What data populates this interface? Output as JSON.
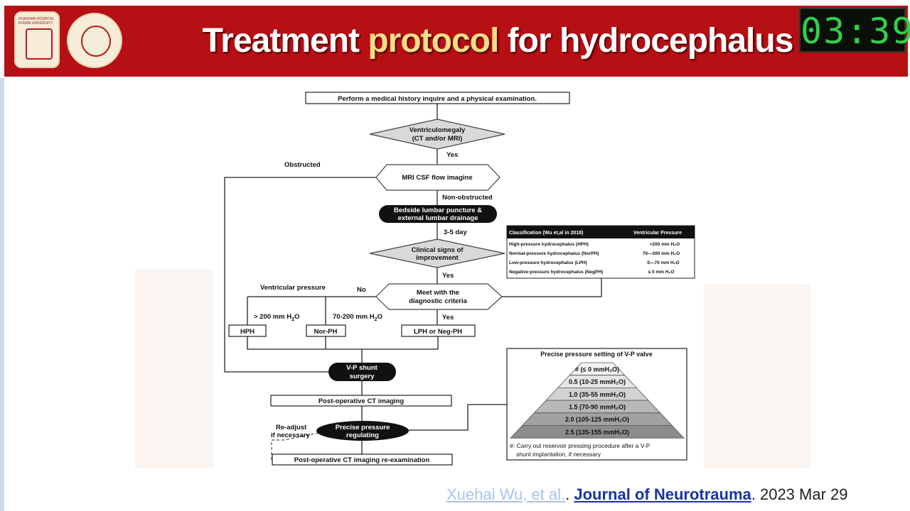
{
  "header": {
    "title_part1": "Treatment ",
    "title_highlight": "protocol",
    "title_part2": " for hydrocephalus",
    "logo1_text": "HUASHAN HOSPITAL FUDAN UNIVERSITY",
    "timer": "03:39"
  },
  "flowchart": {
    "start": "Perform a medical history inquire and a physical examination.",
    "ventriculomegaly_line1": "Ventriculomegaly",
    "ventriculomegaly_line2": "(CT and/or MRI)",
    "yes1": "Yes",
    "obstructed": "Obstructed",
    "mri": "MRI CSF flow imagine",
    "non_obstructed": "Non-obstructed",
    "lumbar_line1": "Bedside lumbar puncture &",
    "lumbar_line2": "external lumbar drainage",
    "days": "3-5 day",
    "clinical_line1": "Clinical signs of",
    "clinical_line2": "improvement",
    "yes2": "Yes",
    "ventricular_pressure": "Ventricular pressure",
    "no": "No",
    "criteria_line1": "Meet with the",
    "criteria_line2": "diagnostic criteria",
    "gt200_pre": "> 200 mm H",
    "gt200_sub": "2",
    "gt200_post": "O",
    "r70_pre": "70-200 mm H",
    "r70_sub": "2",
    "r70_post": "O",
    "yes3": "Yes",
    "hph": "HPH",
    "norph": "Nor-PH",
    "lph": "LPH or Neg-PH",
    "vp_line1": "V-P shunt",
    "vp_line2": "surgery",
    "postop_ct": "Post-operative CT imaging",
    "readjust_line1": "Re-adjust",
    "readjust_line2": "if necessary",
    "precise_line1": "Precise pressure",
    "precise_line2": "regulating",
    "reexam": "Post-operative CT imaging re-examination"
  },
  "classification_table": {
    "headers": [
      "Classification (Wu et,al in 2018)",
      "Ventricular Pressure"
    ],
    "rows": [
      {
        "name": "High-pressure hydrocephalus (HPH)",
        "value": ">200 mm H₂O"
      },
      {
        "name": "Normal-pressure hydrocephalus (NorPH)",
        "value": "70—200 mm H₂O"
      },
      {
        "name": "Low-pressure hydrocephalus (LPH)",
        "value": "0—70 mm H₂O"
      },
      {
        "name": "Negative-pressure hydrocephalus (NegPH)",
        "value": "≤ 0 mm H₂O"
      }
    ]
  },
  "valve_panel": {
    "title": "Precise pressure setting of V-P valve",
    "levels": [
      "# (≤ 0 mmH₂O)",
      "0.5 (10-25 mmH₂O)",
      "1.0 (35-55 mmH₂O)",
      "1.5 (70-90 mmH₂O)",
      "2.0 (105-125 mmH₂O)",
      "2.5 (135-155 mmH₂O)"
    ],
    "level_fills": [
      "#f2f2f2",
      "#e6e6e6",
      "#d2d2d2",
      "#b8b8b8",
      "#a2a2a2",
      "#8c8c8c"
    ],
    "note_line1": "#: Carry out reservoir pressing procedure after a V-P",
    "note_line2": "shunt implantation, if necessary"
  },
  "citation": {
    "authors": "Xuehai Wu, et al.",
    "sep": ". ",
    "journal": "Journal of Neurotrauma",
    "date": ". 2023 Mar 29"
  }
}
